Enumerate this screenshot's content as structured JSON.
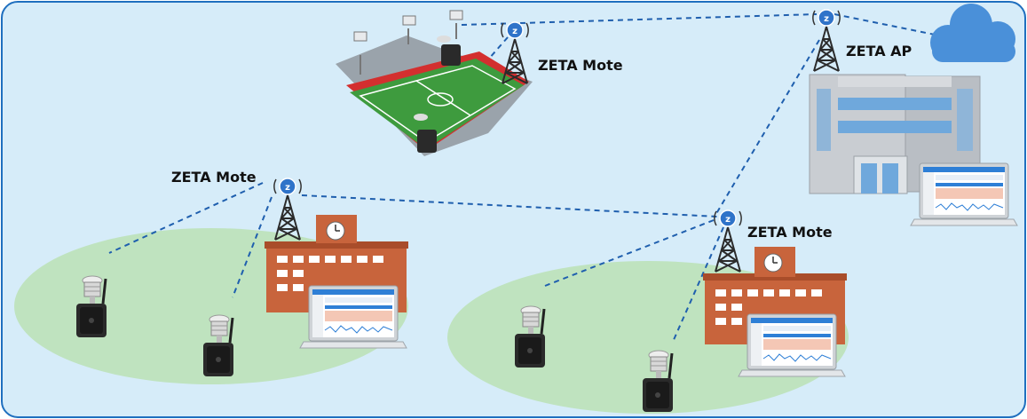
{
  "labels": {
    "mote_stadium": "ZETA Mote",
    "mote_left": "ZETA Mote",
    "mote_right": "ZETA Mote",
    "ap": "ZETA AP"
  },
  "icons": {
    "tower": "radio-tower-icon",
    "cloud": "cloud-icon",
    "sensor": "sensor-device-icon",
    "building": "office-building-icon",
    "school": "school-building-icon",
    "laptop": "laptop-dashboard-icon",
    "stadium": "stadium-icon"
  },
  "colors": {
    "background": "#d6ecf9",
    "frame": "#1f6fbf",
    "link": "#1f5fae",
    "field": "#bfe3bf",
    "cloud": "#4a90d9",
    "tower": "#2b2b2b",
    "school_wall": "#c8643c",
    "building_wall": "#c9cdd2"
  }
}
